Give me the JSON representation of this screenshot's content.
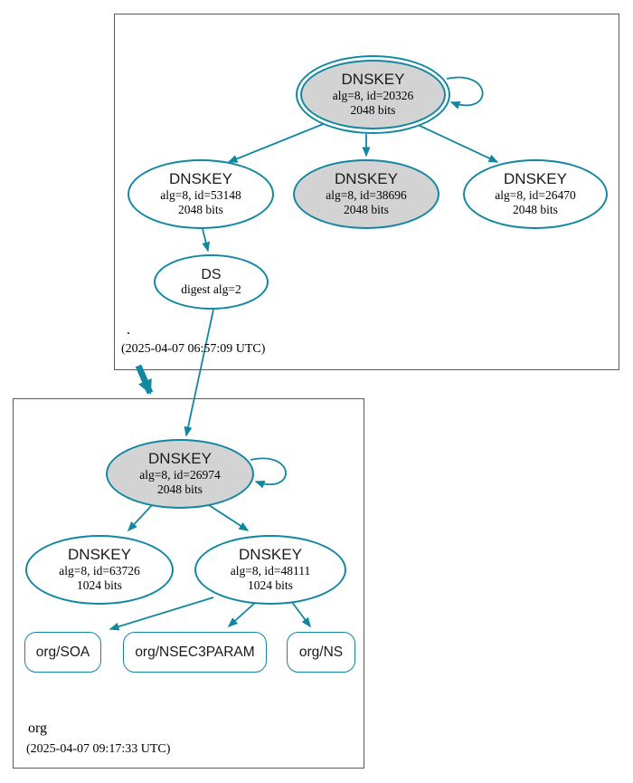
{
  "colors": {
    "teal_accent": "#1287a0",
    "ksk_fill_gray": "#d3d3d3",
    "zone_box_border": "#5a5a5a"
  },
  "root_zone": {
    "label": ".",
    "timestamp": "(2025-04-07 06:57:09 UTC)",
    "ksk": {
      "type": "DNSKEY",
      "detail1": "alg=8, id=20326",
      "detail2": "2048 bits"
    },
    "zsk_left": {
      "type": "DNSKEY",
      "detail1": "alg=8, id=53148",
      "detail2": "2048 bits"
    },
    "zsk_mid": {
      "type": "DNSKEY",
      "detail1": "alg=8, id=38696",
      "detail2": "2048 bits"
    },
    "zsk_right": {
      "type": "DNSKEY",
      "detail1": "alg=8, id=26470",
      "detail2": "2048 bits"
    },
    "ds": {
      "type": "DS",
      "detail1": "digest alg=2"
    }
  },
  "org_zone": {
    "label": "org",
    "timestamp": "(2025-04-07 09:17:33 UTC)",
    "ksk": {
      "type": "DNSKEY",
      "detail1": "alg=8, id=26974",
      "detail2": "2048 bits"
    },
    "zsk_left": {
      "type": "DNSKEY",
      "detail1": "alg=8, id=63726",
      "detail2": "1024 bits"
    },
    "zsk_right": {
      "type": "DNSKEY",
      "detail1": "alg=8, id=48111",
      "detail2": "1024 bits"
    },
    "rrset_soa": {
      "label": "org/SOA"
    },
    "rrset_nsec3param": {
      "label": "org/NSEC3PARAM"
    },
    "rrset_ns": {
      "label": "org/NS"
    }
  }
}
